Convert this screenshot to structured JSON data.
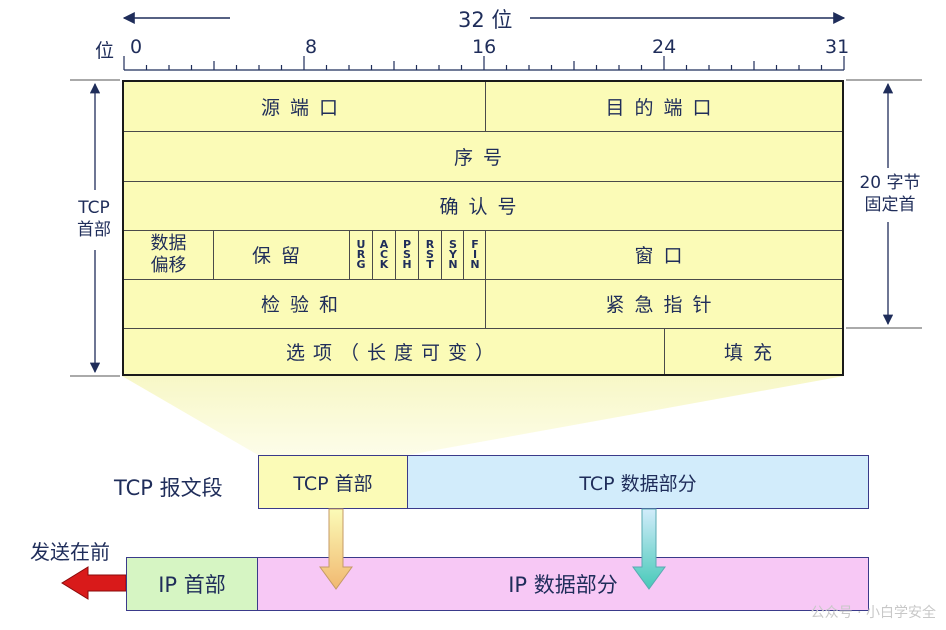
{
  "bits": {
    "total": "32 位",
    "unit": "位",
    "ticks": [
      "0",
      "8",
      "16",
      "24",
      "31"
    ]
  },
  "side": {
    "left": "TCP\n首部",
    "right": "20 字节\n固定首"
  },
  "header": {
    "src_port": "源端口",
    "dst_port": "目的端口",
    "seq": "序号",
    "ack": "确认号",
    "offset": "数据\n偏移",
    "reserved": "保留",
    "flags": [
      "URG",
      "ACK",
      "PSH",
      "RST",
      "SYN",
      "FIN"
    ],
    "window": "窗口",
    "checksum": "检验和",
    "urgent": "紧急指针",
    "options": "选项（长度可变）",
    "padding": "填充"
  },
  "segment": {
    "label": "TCP 报文段",
    "header": "TCP 首部",
    "data": "TCP 数据部分"
  },
  "ip": {
    "send_first": "发送在前",
    "header": "IP 首部",
    "data": "IP 数据部分"
  },
  "colors": {
    "header_fill": "#fbfbb7",
    "tcp_data_fill": "#d2ecfb",
    "ip_header_fill": "#d6f5c3",
    "ip_data_fill": "#f7c8f5",
    "arrow_red": "#d91a1a"
  },
  "watermark": "公众号 · 小白学安全"
}
